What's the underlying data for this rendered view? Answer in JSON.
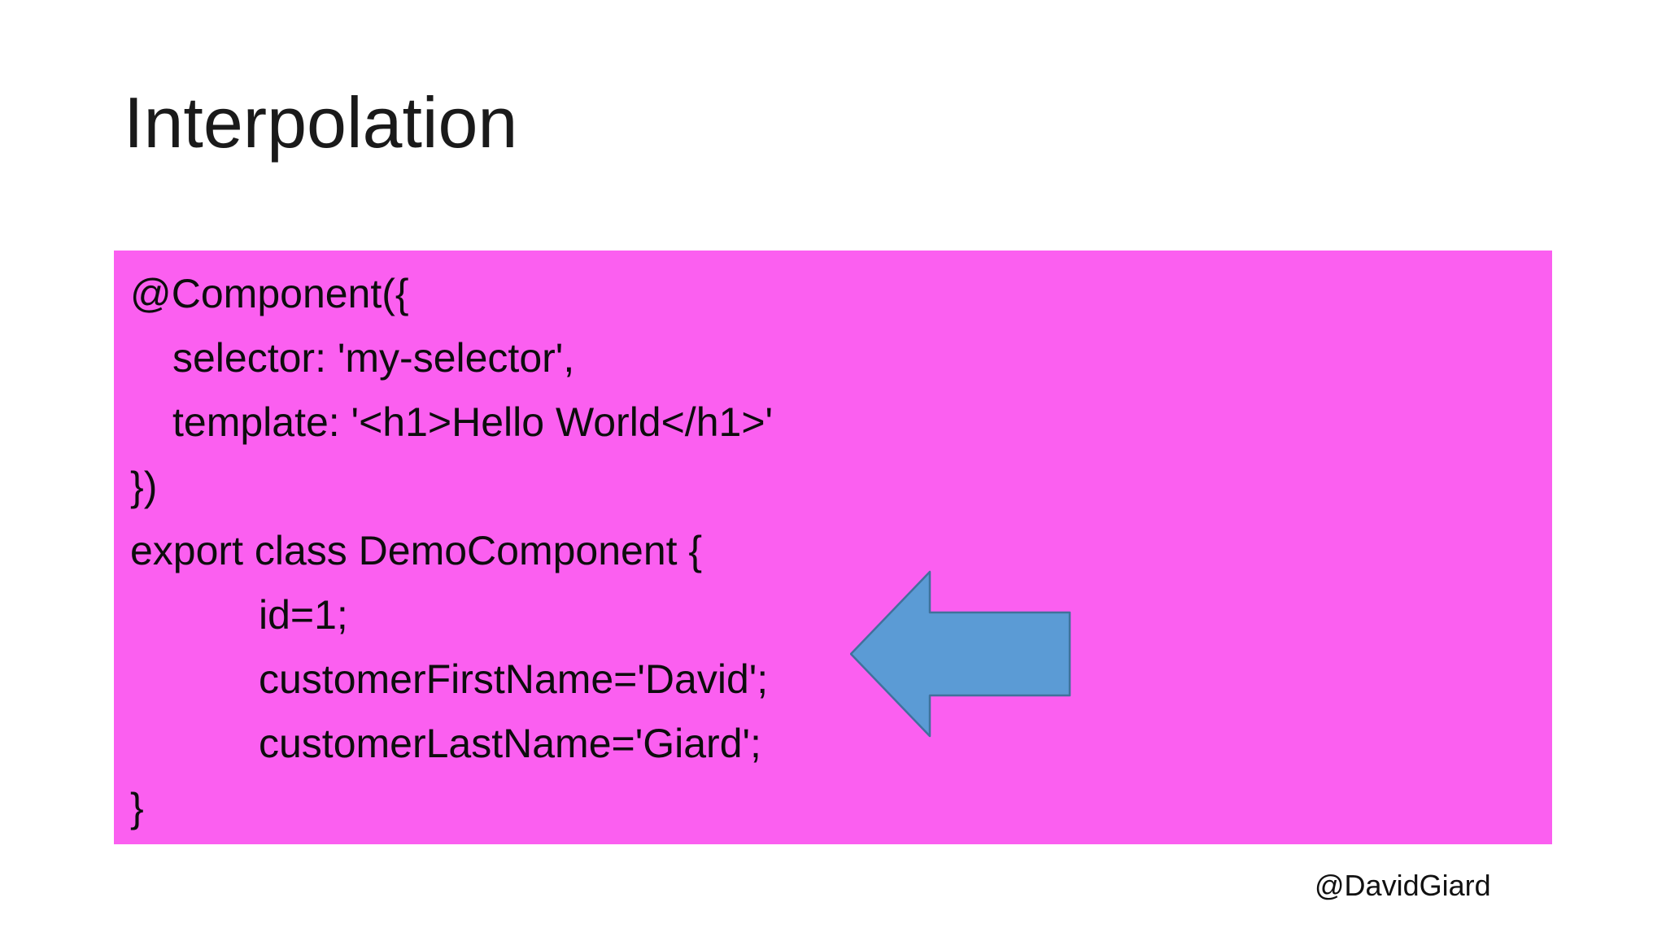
{
  "slide": {
    "title": "Interpolation",
    "attribution": "@DavidGiard",
    "background_color": "#FFFFFF"
  },
  "code_block": {
    "background_color": "#FB5FF0",
    "text_color": "#0D0D0D",
    "lines": [
      {
        "text": "@Component({",
        "indent": 0
      },
      {
        "text": "selector: 'my-selector',",
        "indent": 1
      },
      {
        "text": "template: '<h1>Hello World</h1>'",
        "indent": 1
      },
      {
        "text": "})",
        "indent": 0
      },
      {
        "text": "export class DemoComponent {",
        "indent": 0
      },
      {
        "text": "id=1;",
        "indent": 2
      },
      {
        "text": "customerFirstName='David';",
        "indent": 2
      },
      {
        "text": "customerLastName='Giard';",
        "indent": 2
      },
      {
        "text": "}",
        "indent": 0
      }
    ]
  },
  "arrow": {
    "description": "left-pointing block arrow highlighting the customerFirstName line",
    "fill_color": "#5B9BD5",
    "stroke_color": "#41719C"
  }
}
